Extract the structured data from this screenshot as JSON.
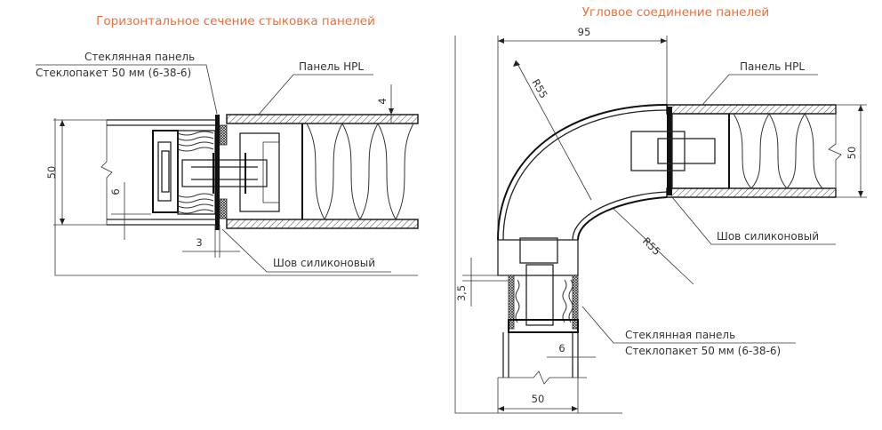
{
  "left": {
    "title": "Горизонтальное сечение стыковка панелей",
    "glass_panel_label": "Стеклянная панель",
    "glass_unit_label": "Стеклопакет 50 мм (6-38-6)",
    "hpl_panel_label": "Панель HPL",
    "silicone_seam_label": "Шов силиконовый",
    "dims": {
      "height": "50",
      "skin": "4",
      "glass": "6",
      "seam": "3"
    }
  },
  "right": {
    "title": "Угловое соединение панелей",
    "hpl_panel_label": "Панель HPL",
    "silicone_seam_label": "Шов силиконовый",
    "glass_panel_label": "Стеклянная панель",
    "glass_unit_label": "Стеклопакет 50 мм (6-38-6)",
    "dims": {
      "width_top": "95",
      "radius_outer": "R55",
      "radius_inner": "R55",
      "height": "50",
      "offset": "3,5",
      "glass": "6",
      "width_bottom": "50"
    }
  },
  "colors": {
    "title": "#e8703a",
    "line": "#222222"
  }
}
